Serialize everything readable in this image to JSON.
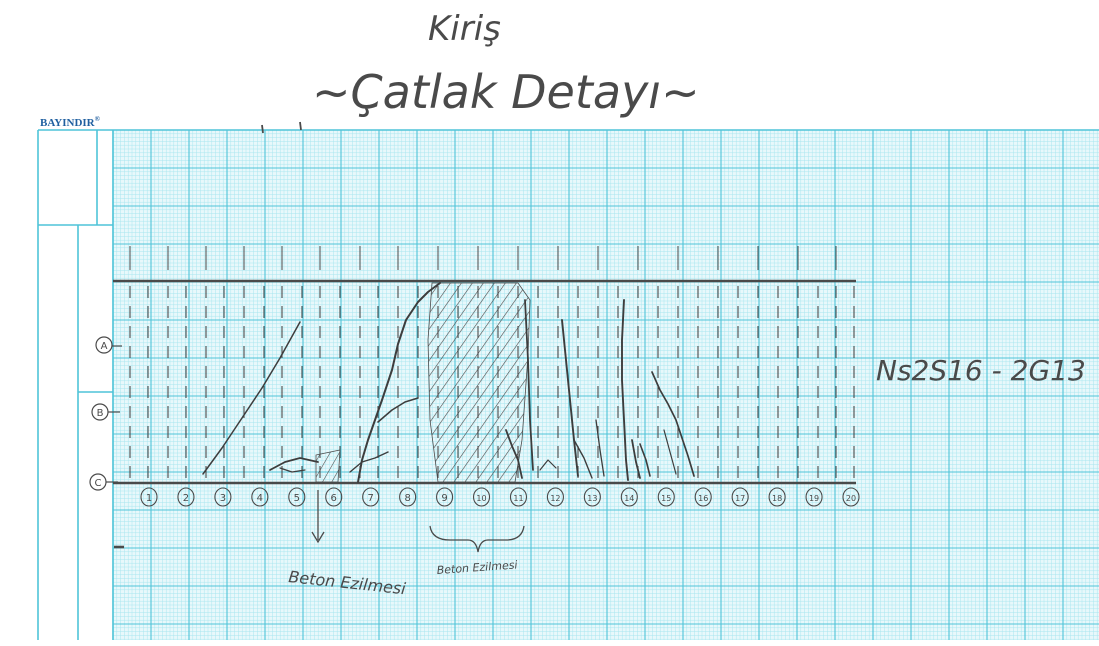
{
  "sheet": {
    "brand": "BAYINDIR",
    "brand_mark": "®",
    "title_top": "Kiriş",
    "title_main": "~Çatlak Detayı~",
    "beam_label": "Ns2S16 - 2G13",
    "annotation_left": "Beton Ezilmesi",
    "annotation_right": "Beton Ezilmesi",
    "row_labels": [
      "A",
      "B",
      "C"
    ],
    "column_labels": [
      "1",
      "2",
      "3",
      "4",
      "5",
      "6",
      "7",
      "8",
      "9",
      "10",
      "11",
      "12",
      "13",
      "14",
      "15",
      "16",
      "17",
      "18",
      "19",
      "20"
    ]
  },
  "colors": {
    "paper": "#ffffff",
    "grid_minor": "#a9e6ef",
    "grid_major": "#4fc4d8",
    "ink": "#4a4a4a",
    "brand": "#1f5fa0"
  }
}
